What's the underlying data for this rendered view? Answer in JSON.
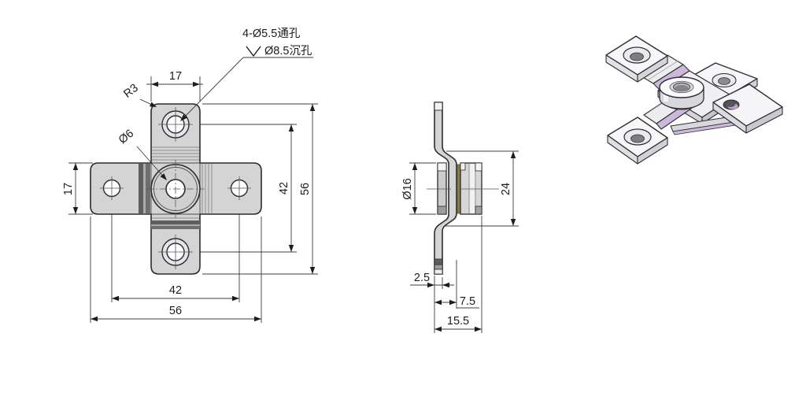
{
  "drawing_title": "bracket-technical-drawing",
  "front_view": {
    "callout_line1": "4-Ø5.5通孔",
    "callout_line2": "Ø8.5沉孔",
    "radius_label": "R3",
    "center_hole_label": "Ø6",
    "dim_tab_width": "17",
    "dim_tab_height": "17",
    "dim_hole_span_bottom": "42",
    "dim_overall_width": "56",
    "dim_hole_span_right": "42",
    "dim_overall_height": "56"
  },
  "side_view": {
    "dim_boss_diameter": "Ø16",
    "dim_height": "24",
    "dim_thickness": "2.5",
    "dim_offset": "7.5",
    "dim_depth": "15.5"
  },
  "colors": {
    "part_fill": "#d4d4d4",
    "outline": "#2b2b2b",
    "dimension_lines": "#3c3c3c",
    "accent_lavender": "#cdb7dc",
    "washer_olive": "#8d7f4a"
  }
}
